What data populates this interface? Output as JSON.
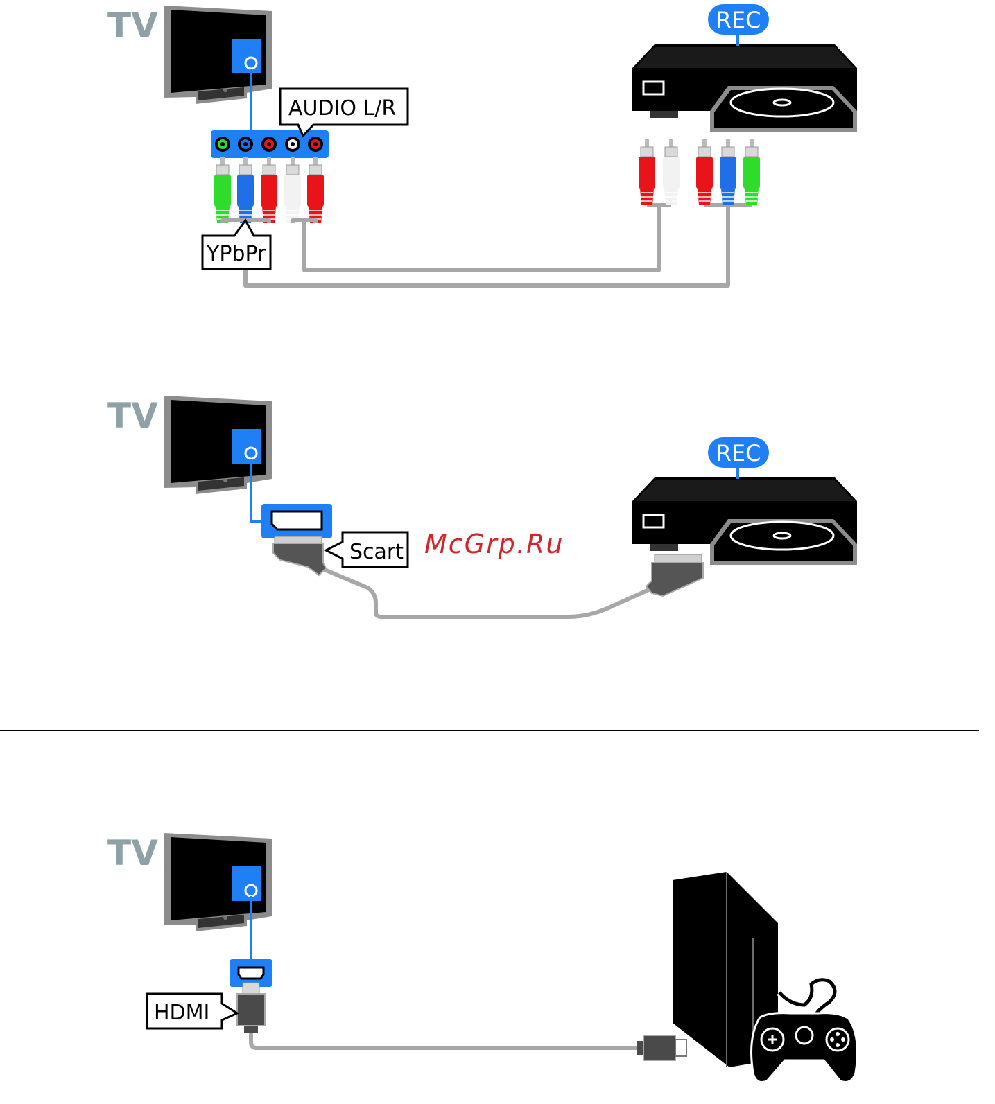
{
  "tv_label": "TV",
  "recorder_label": "REC",
  "labels": {
    "audio_lr": "AUDIO L/R",
    "ypbpr": "YPbPr",
    "scart": "Scart",
    "hdmi": "HDMI"
  },
  "watermark": "McGrp.Ru",
  "colors": {
    "port_blue": "#1f7ff5",
    "cable_gray": "#a7a7a7",
    "tv_label_gray": "#8fa0a6",
    "rca_green": "#2fdc2b",
    "rca_blue": "#1f6fe6",
    "rca_red": "#e8141a",
    "rca_white": "#f2f2f2",
    "watermark_red": "#d2262a"
  }
}
